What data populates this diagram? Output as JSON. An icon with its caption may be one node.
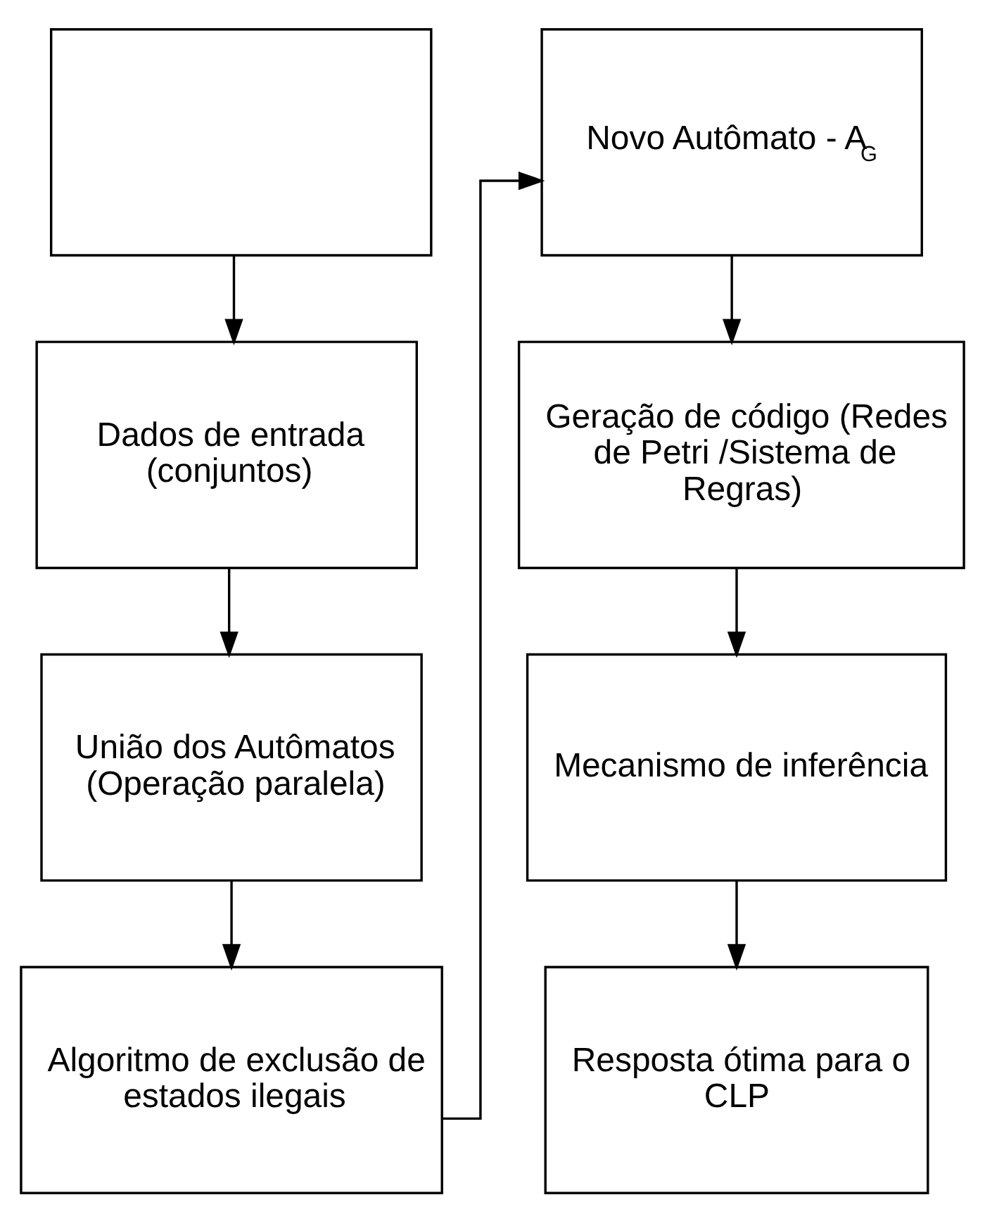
{
  "diagram": {
    "nodes": [
      {
        "text": [],
        "shape": "box"
      },
      {
        "text": [
          "Dados de entrada (conjuntos)"
        ]
      },
      {
        "text": [
          "União dos Autômatos (Operação paralela)"
        ]
      },
      {
        "text": [
          "Algoritmo de exclusão de estados ilegais"
        ]
      },
      {
        "text": [
          "Novo Autômato - A$_{G}$"
        ]
      },
      {
        "text": [
          "Geração de código (Redes de Petri /Sistema de Regras)"
        ]
      },
      {
        "text": [
          "Mecanismo de inferência"
        ]
      },
      {
        "text": [
          "Resposta ótima para o CLP"
        ]
      }
    ],
    "edges": [
      {
        "from": 0,
        "to": 1,
        "arrow": "to"
      },
      {
        "from": 1,
        "to": 2,
        "arrow": "to"
      },
      {
        "from": 2,
        "to": 3,
        "arrow": "to"
      },
      {
        "from": 3,
        "to": 4,
        "arrow": "to"
      },
      {
        "from": 4,
        "to": 5,
        "arrow": "to"
      },
      {
        "from": 5,
        "to": 6,
        "arrow": "to"
      },
      {
        "from": 6,
        "to": 7,
        "arrow": "to"
      }
    ]
  }
}
